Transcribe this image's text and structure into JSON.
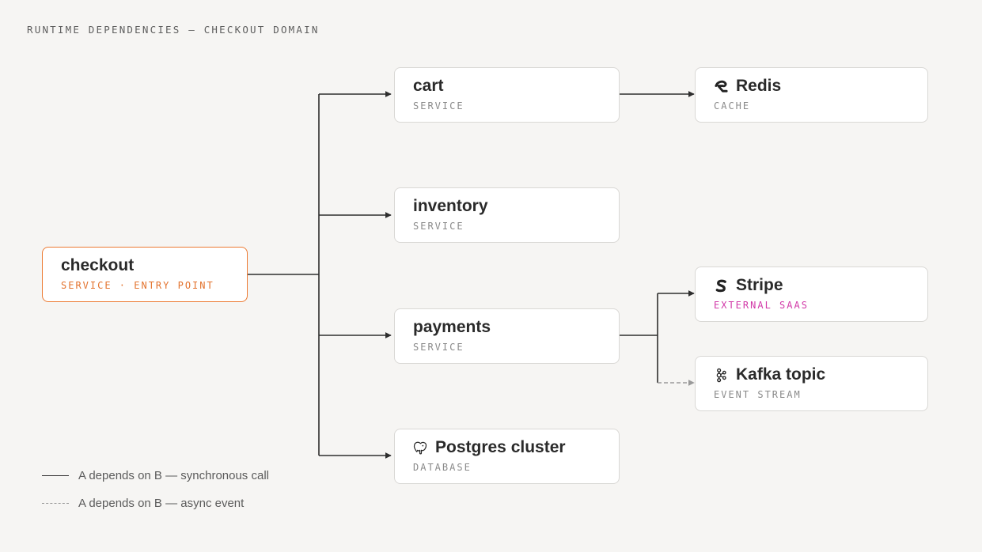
{
  "title": "RUNTIME DEPENDENCIES — CHECKOUT DOMAIN",
  "nodes": {
    "checkout": {
      "name": "checkout",
      "kind": "SERVICE · ENTRY POINT"
    },
    "cart": {
      "name": "cart",
      "kind": "SERVICE"
    },
    "inventory": {
      "name": "inventory",
      "kind": "SERVICE"
    },
    "payments": {
      "name": "payments",
      "kind": "SERVICE"
    },
    "postgres": {
      "name": "Postgres cluster",
      "kind": "DATABASE",
      "icon": "postgres-elephant-icon"
    },
    "redis": {
      "name": "Redis",
      "kind": "CACHE",
      "icon": "redis-icon"
    },
    "stripe": {
      "name": "Stripe",
      "kind": "EXTERNAL SAAS",
      "icon": "stripe-icon"
    },
    "kafka": {
      "name": "Kafka topic",
      "kind": "EVENT STREAM",
      "icon": "kafka-icon"
    }
  },
  "edges": [
    {
      "from": "checkout",
      "to": "cart",
      "style": "solid"
    },
    {
      "from": "checkout",
      "to": "inventory",
      "style": "solid"
    },
    {
      "from": "checkout",
      "to": "payments",
      "style": "solid"
    },
    {
      "from": "checkout",
      "to": "postgres",
      "style": "solid"
    },
    {
      "from": "cart",
      "to": "redis",
      "style": "solid"
    },
    {
      "from": "payments",
      "to": "stripe",
      "style": "solid"
    },
    {
      "from": "payments",
      "to": "kafka",
      "style": "dashed"
    }
  ],
  "legend": {
    "sync": "A depends on B — synchronous call",
    "async": "A depends on B — async event"
  },
  "colors": {
    "entry_accent": "#ec7a32",
    "saas_accent": "#d23aa8",
    "edge": "#333333",
    "edge_async": "#999999"
  }
}
